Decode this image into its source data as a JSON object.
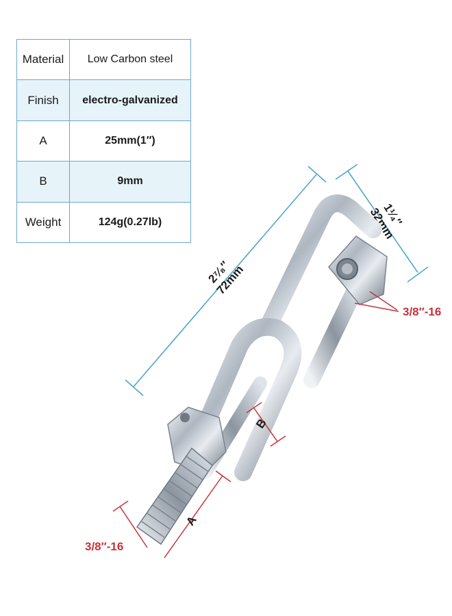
{
  "spec_table": {
    "rows": [
      {
        "label": "Material",
        "value": "Low Carbon steel"
      },
      {
        "label": "Finish",
        "value": "electro-galvanized"
      },
      {
        "label": "A",
        "value": "25mm(1″)"
      },
      {
        "label": "B",
        "value": "9mm"
      },
      {
        "label": "Weight",
        "value": "124g(0.27lb)"
      }
    ]
  },
  "dimensions": {
    "length_inch": "2⁷⁄₈″",
    "length_mm": "72mm",
    "width_inch": "1¹⁄₄″",
    "width_mm": "32mm",
    "label_a": "A",
    "label_b": "B",
    "thread_top": "3/8″-16",
    "thread_bottom": "3/8″-16"
  },
  "colors": {
    "dimension_line": "#4ea6c9",
    "thread_callout": "#c8323a",
    "table_border": "#6aa8cf",
    "table_shade": "#e6f3f9"
  }
}
